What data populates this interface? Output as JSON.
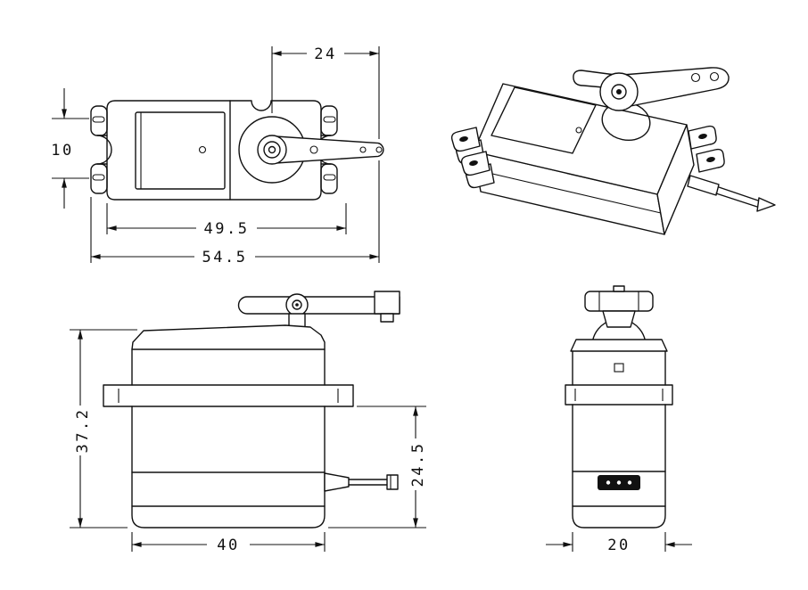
{
  "drawing": {
    "background": "#ffffff",
    "line_color": "#111111",
    "views": {
      "top_view": {
        "dimensions": {
          "horn_span": "24",
          "tab_slot_spacing": "10",
          "mounting_length": "49.5",
          "overall_length": "54.5"
        }
      },
      "isometric_view": {},
      "front_view": {
        "dimensions": {
          "overall_height": "37.2",
          "lower_height": "24.5",
          "body_length": "40"
        }
      },
      "end_view": {
        "dimensions": {
          "body_width": "20"
        }
      }
    }
  }
}
